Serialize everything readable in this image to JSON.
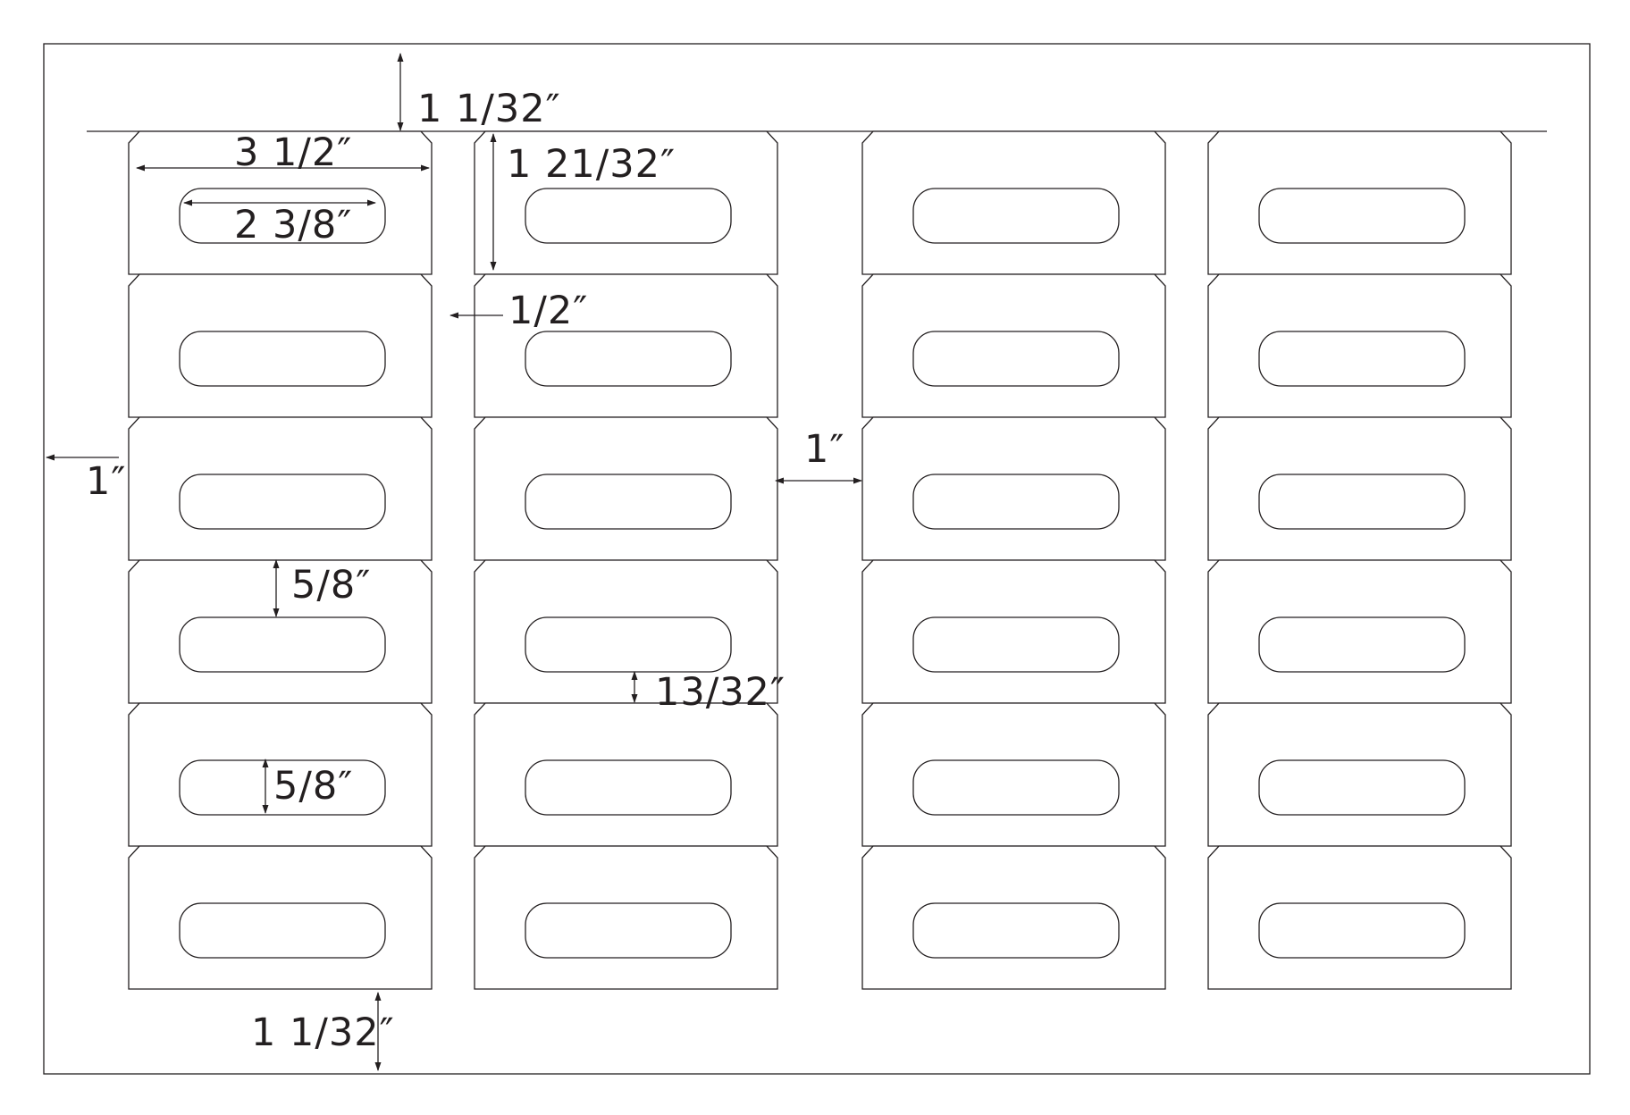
{
  "diagram": {
    "grid": {
      "columns": 4,
      "rows": 6
    },
    "colors": {
      "stroke": "#231f20",
      "background": "#ffffff"
    },
    "dimensions": {
      "top_margin": "1 1/32″",
      "label_width": "3 1/2″",
      "label_height": "1 21/32″",
      "window_width": "2 3/8″",
      "notch": "1/2″",
      "side_margin": "1″",
      "column_gutter": "1″",
      "window_top_offset": "5/8″",
      "window_bottom_offset": "13/32″",
      "window_height": "5/8″",
      "bottom_margin": "1 1/32″"
    }
  }
}
